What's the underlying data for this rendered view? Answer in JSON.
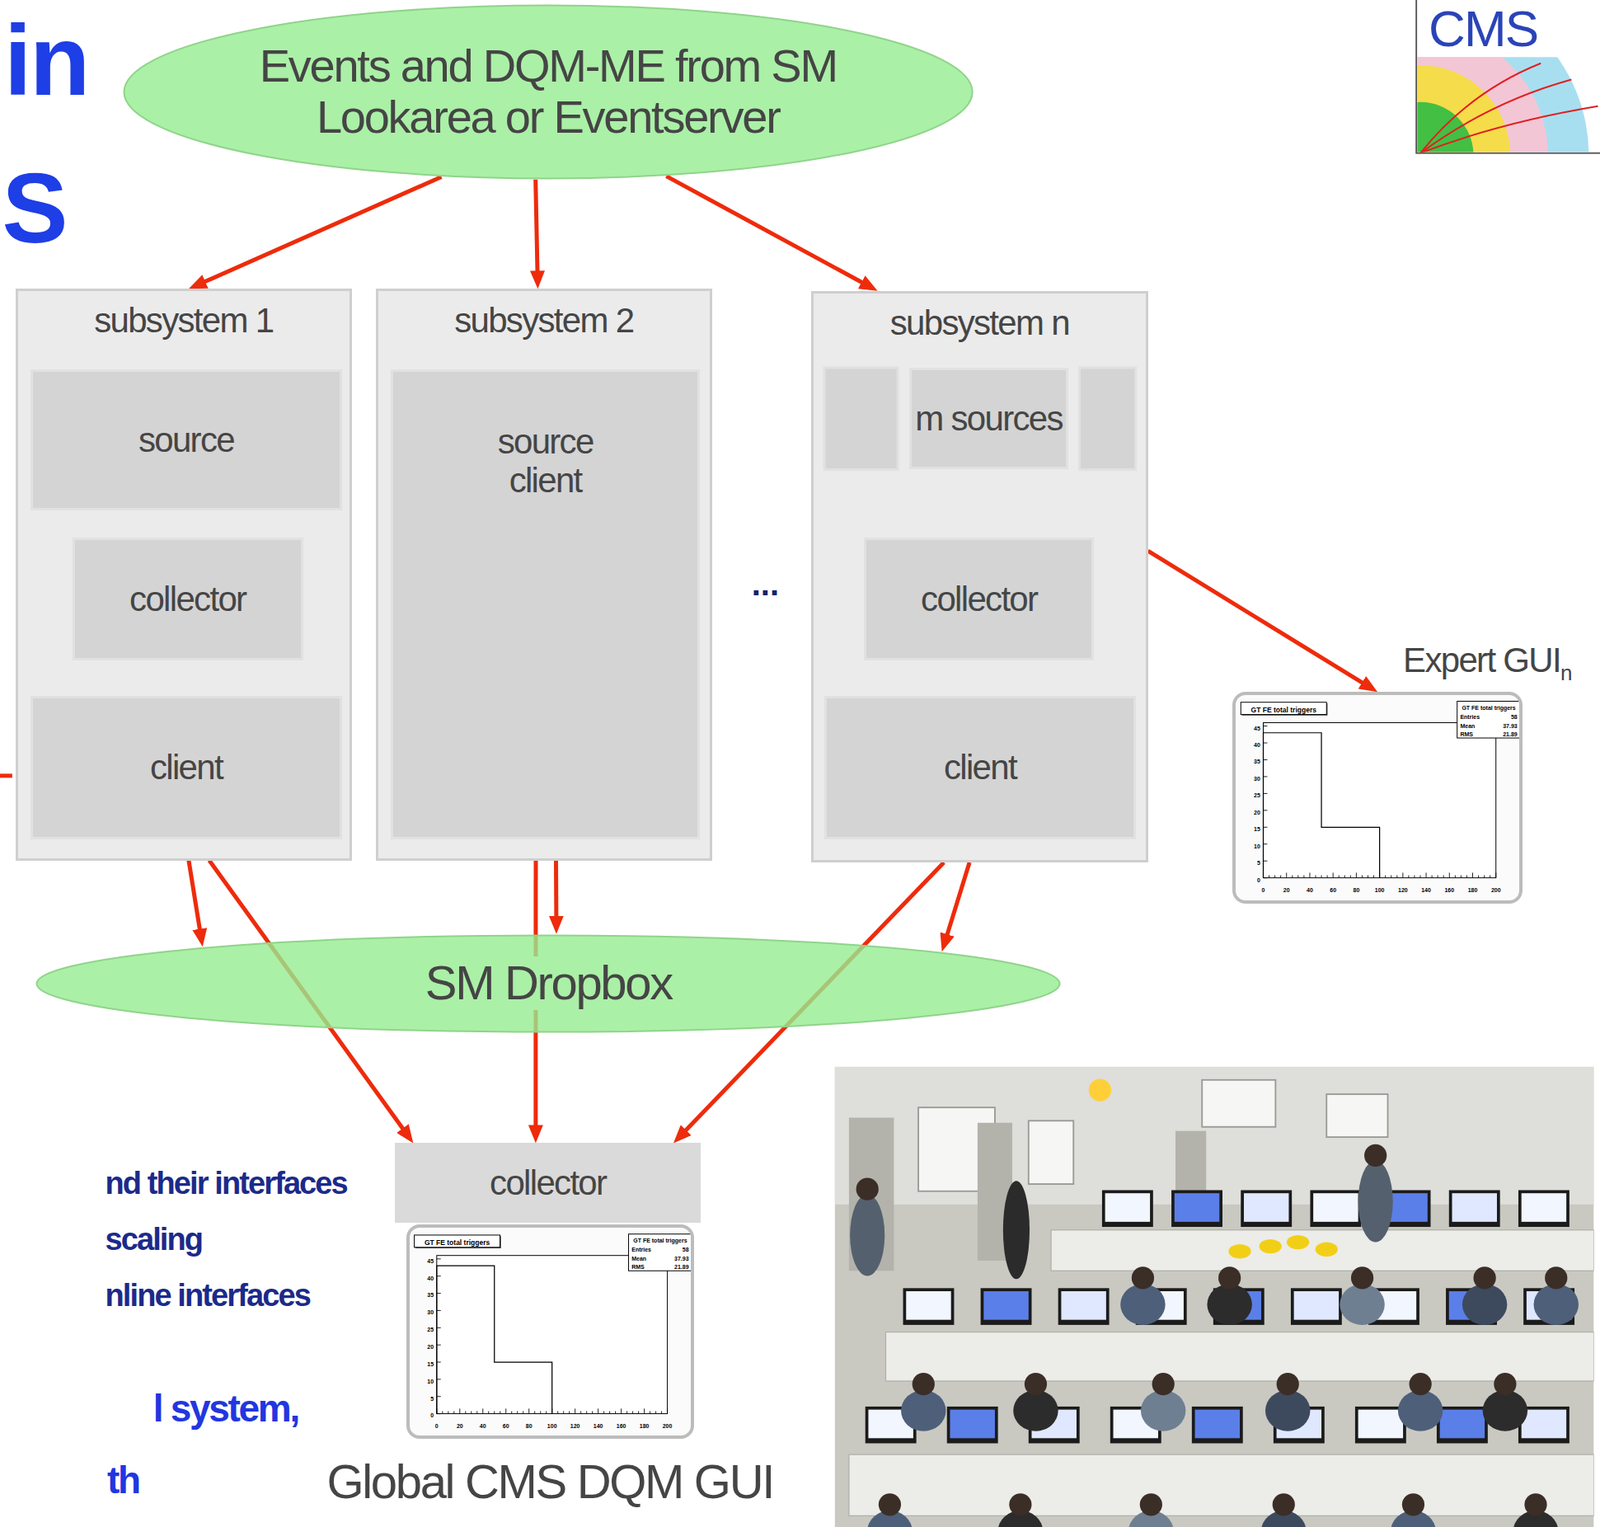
{
  "diagram": {
    "nodes": [
      {
        "text": [
          "Events and DQM-ME from SM Lookarea or Eventserver"
        ]
      },
      {
        "text": [
          "subsystem 1"
        ]
      },
      {
        "text": [
          "source"
        ],
        "in": 1
      },
      {
        "text": [
          "collector"
        ],
        "in": 1
      },
      {
        "text": [
          "client"
        ],
        "in": 1
      },
      {
        "text": [
          "subsystem 2"
        ]
      },
      {
        "text": [
          "source client"
        ],
        "in": 5
      },
      {
        "text": [
          "subsystem n"
        ]
      },
      {
        "text": [
          "m sources"
        ],
        "in": 7
      },
      {
        "text": [
          "collector"
        ],
        "in": 7
      },
      {
        "text": [
          "client"
        ],
        "in": 7
      },
      {
        "text": [
          "Expert GUI",
          "n"
        ]
      },
      {
        "text": [
          "SM Dropbox"
        ]
      },
      {
        "text": [
          "collector"
        ]
      },
      {
        "text": [
          "Global CMS DQM GUI"
        ]
      }
    ],
    "edges": [
      {
        "from": 0,
        "to": 1,
        "arrow": "to"
      },
      {
        "from": 0,
        "to": 5,
        "arrow": "to"
      },
      {
        "from": 0,
        "to": 7,
        "arrow": "to"
      },
      {
        "from": 7,
        "to": 11,
        "arrow": "to"
      },
      {
        "from": 1,
        "to": 12,
        "arrow": "to"
      },
      {
        "from": 1,
        "to": 13,
        "arrow": "to"
      },
      {
        "from": 5,
        "to": 12,
        "arrow": "to"
      },
      {
        "from": 5,
        "to": 13,
        "arrow": "to"
      },
      {
        "from": 7,
        "to": 12,
        "arrow": "to"
      },
      {
        "from": 7,
        "to": 13,
        "arrow": "to"
      }
    ],
    "labels": [
      "in",
      "S",
      "...",
      "nd their interfaces",
      "scaling",
      "nline interfaces",
      "l system,",
      "th",
      "CMS",
      "GT FE total triggers",
      "GT FE total triggers",
      "Entries",
      "58",
      "Mean",
      "37.93",
      "RMS",
      "21.89",
      "45",
      "40",
      "35",
      "30",
      "25",
      "20",
      "15",
      "10",
      "5",
      "0",
      "0",
      "20",
      "40",
      "60",
      "80",
      "100",
      "120",
      "140",
      "160",
      "180",
      "200",
      "GT FE total triggers",
      "GT FE total triggers",
      "Entries",
      "58",
      "Mean",
      "37.93",
      "RMS",
      "21.89",
      "45",
      "40",
      "35",
      "30",
      "25",
      "20",
      "15",
      "10",
      "5",
      "0",
      "0",
      "20",
      "40",
      "60",
      "80",
      "100",
      "120",
      "140",
      "160",
      "180",
      "200"
    ]
  }
}
